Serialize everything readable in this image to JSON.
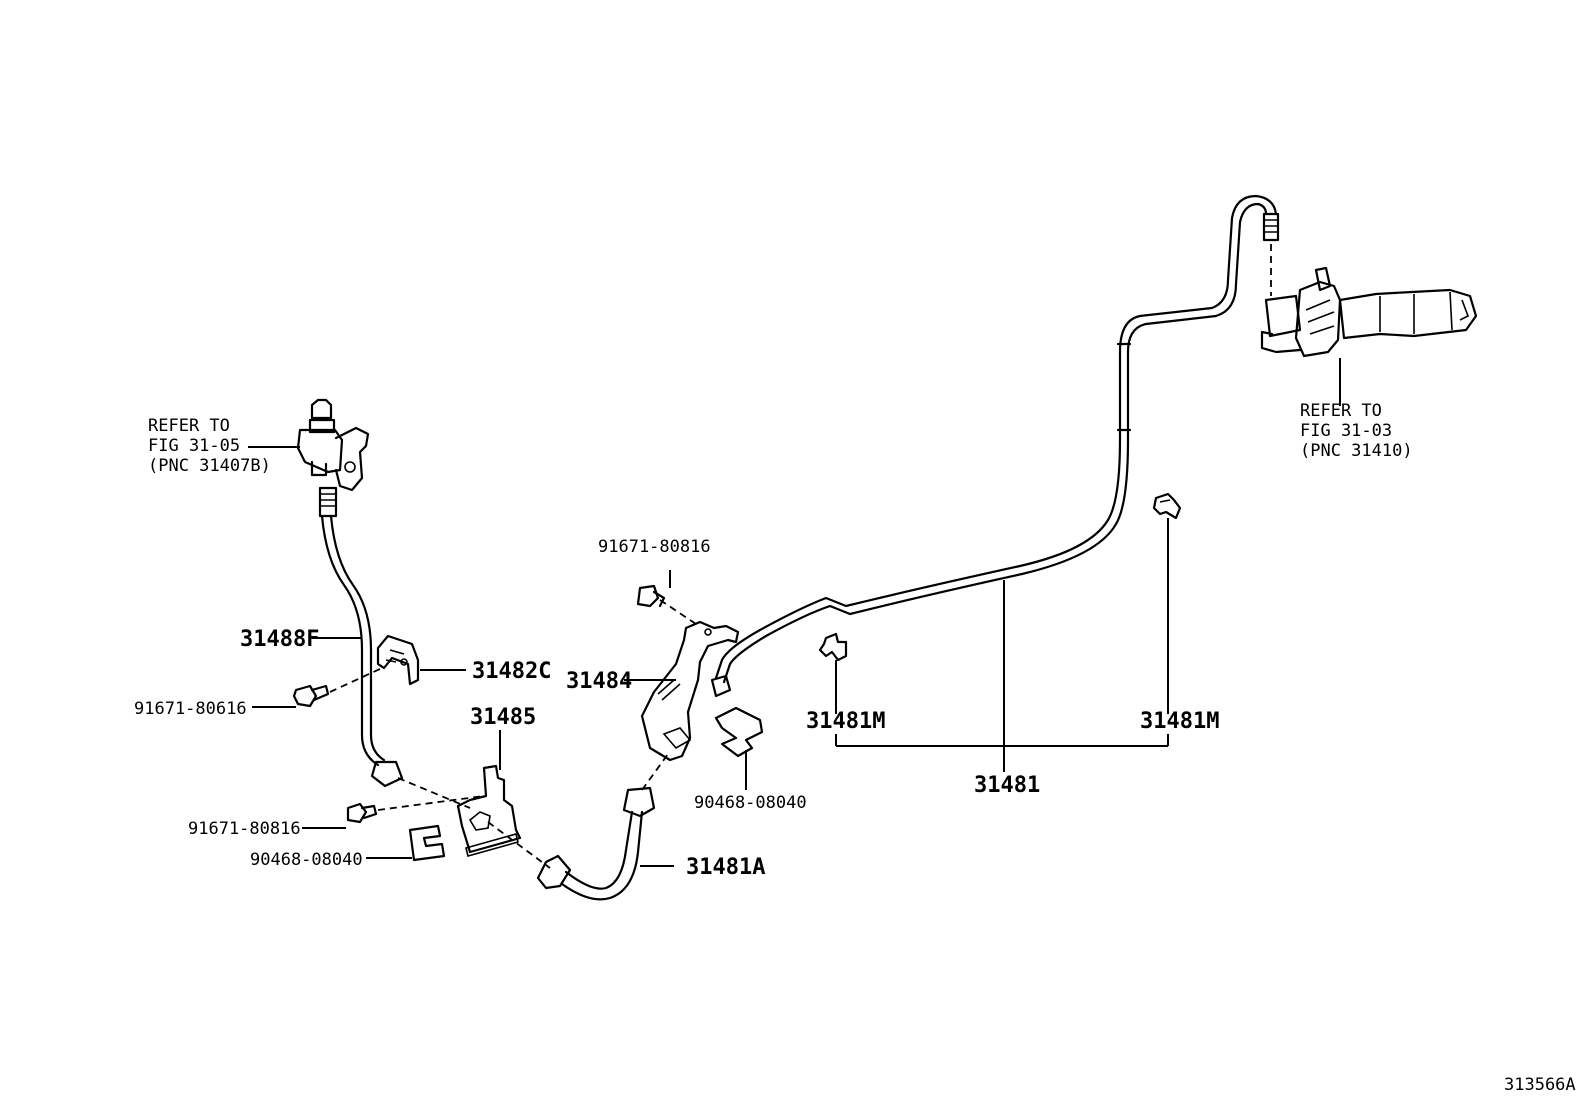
{
  "diagram_id": "313566A",
  "references": {
    "ref_left": {
      "line1": "REFER TO",
      "line2": "FIG 31-05",
      "line3": "(PNC 31407B)"
    },
    "ref_right": {
      "line1": "REFER TO",
      "line2": "FIG 31-03",
      "line3": "(PNC 31410)"
    }
  },
  "parts": {
    "p31488F": "31488F",
    "p31482C": "31482C",
    "p91671_80616": "91671-80616",
    "p31485": "31485",
    "p91671_80816_left": "91671-80816",
    "p90468_08040_left": "90468-08040",
    "p31481A": "31481A",
    "p91671_80816_top": "91671-80816",
    "p31484": "31484",
    "p90468_08040_mid": "90468-08040",
    "p31481M_left": "31481M",
    "p31481M_right": "31481M",
    "p31481": "31481"
  }
}
